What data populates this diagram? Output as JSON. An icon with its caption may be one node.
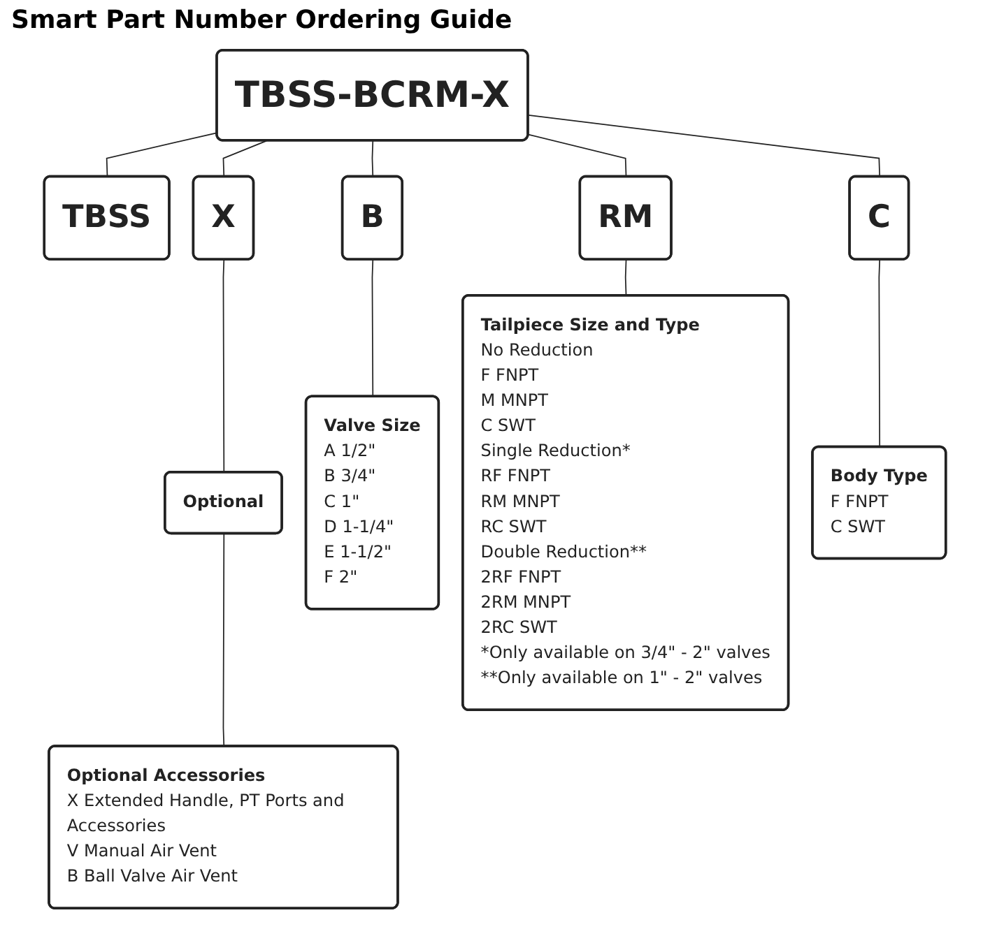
{
  "diagram": {
    "title": "Smart Part Number Ordering Guide",
    "nodes": [
      {
        "text": [
          "TBSS-BCRM-X"
        ]
      },
      {
        "text": [
          "TBSS"
        ]
      },
      {
        "text": [
          "B"
        ]
      },
      {
        "text": [
          "C"
        ]
      },
      {
        "text": [
          "RM"
        ]
      },
      {
        "text": [
          "X"
        ]
      },
      {
        "text": [
          "Optional"
        ]
      },
      {
        "text": [
          "Valve Size",
          "A 1/2\"",
          "B 3/4\"",
          "C 1\"",
          "D 1-1/4\"",
          "E 1-1/2\"",
          "F 2\""
        ]
      },
      {
        "text": [
          "Tailpiece Size and Type",
          "No Reduction",
          "F FNPT",
          "M MNPT",
          "C SWT",
          "Single Reduction*",
          "RF FNPT",
          "RM MNPT",
          "RC SWT",
          "Double Reduction**",
          "2RF FNPT",
          "2RM MNPT",
          "2RC SWT",
          "*Only available on 3/4\" - 2\" valves",
          "**Only available on 1\" - 2\" valves"
        ]
      },
      {
        "text": [
          "Optional Accessories",
          "X Extended Handle, PT Ports and Accessories",
          "V Manual Air Vent",
          "B Ball Valve Air Vent"
        ]
      },
      {
        "text": [
          "Body Type",
          "F FNPT",
          "C SWT"
        ]
      }
    ],
    "edges": [
      {
        "from": 0,
        "to": 1,
        "arrow": "none"
      },
      {
        "from": 0,
        "to": 2,
        "arrow": "none"
      },
      {
        "from": 0,
        "to": 3,
        "arrow": "none"
      },
      {
        "from": 0,
        "to": 4,
        "arrow": "none"
      },
      {
        "from": 0,
        "to": 5,
        "arrow": "none"
      },
      {
        "from": 5,
        "to": 6,
        "arrow": "none"
      },
      {
        "from": 2,
        "to": 7,
        "arrow": "none"
      },
      {
        "from": 4,
        "to": 8,
        "arrow": "none"
      },
      {
        "from": 6,
        "to": 9,
        "arrow": "none"
      },
      {
        "from": 3,
        "to": 10,
        "arrow": "none"
      }
    ]
  }
}
